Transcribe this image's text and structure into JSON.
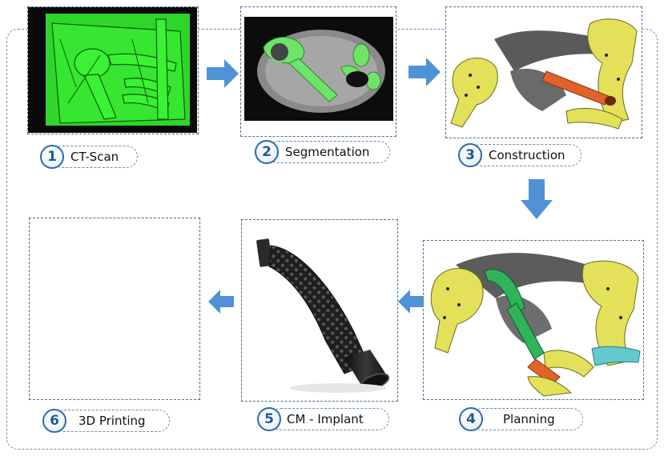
{
  "steps": [
    {
      "number": "1",
      "label": "CT-Scan"
    },
    {
      "number": "2",
      "label": "Segmentation"
    },
    {
      "number": "3",
      "label": "Construction"
    },
    {
      "number": "4",
      "label": "Planning"
    },
    {
      "number": "5",
      "label": "CM - Implant"
    },
    {
      "number": "6",
      "label": "3D Printing"
    }
  ],
  "colors": {
    "arrow": "#4f93d6",
    "badge": "#2e6aa8",
    "dashed_border": "#4a6f96",
    "ct_green": "#33e62e",
    "bone_yellow": "#e3e05a",
    "implant_orange": "#e0632b",
    "planning_green": "#2fb45a",
    "implant_black": "#1a1a1a"
  },
  "icons": [
    "right-arrow-icon",
    "down-arrow-icon",
    "left-arrow-icon"
  ]
}
